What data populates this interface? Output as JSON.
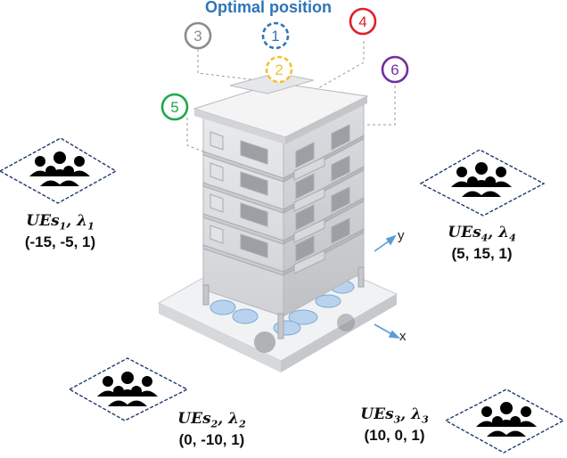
{
  "title": "Optimal position",
  "positions": [
    {
      "label": "1",
      "color": "#2e75b6",
      "dashed": true
    },
    {
      "label": "2",
      "color": "#f2c12e",
      "dashed": true
    },
    {
      "label": "3",
      "color": "#8c8c8c",
      "dashed": false
    },
    {
      "label": "4",
      "color": "#e0202a",
      "dashed": false
    },
    {
      "label": "5",
      "color": "#1fa84a",
      "dashed": false
    },
    {
      "label": "6",
      "color": "#7030a0",
      "dashed": false
    }
  ],
  "ue_groups": [
    {
      "name": "UEs",
      "sub": "1",
      "lambda": "λ",
      "lambda_sub": "1",
      "coords": "(-15, -5, 1)"
    },
    {
      "name": "UEs",
      "sub": "4",
      "lambda": "λ",
      "lambda_sub": "4",
      "coords": "(5, 15, 1)"
    },
    {
      "name": "UEs",
      "sub": "2",
      "lambda": "λ",
      "lambda_sub": "2",
      "coords": "(0, -10, 1)"
    },
    {
      "name": "UEs",
      "sub": "3",
      "lambda": "λ",
      "lambda_sub": "3",
      "coords": "(10, 0, 1)"
    }
  ],
  "axes": {
    "x": "x",
    "y": "y"
  },
  "colors": {
    "title": "#2e75b6",
    "diamond_border": "#1f3a6e",
    "axis_arrow": "#5b9bd5",
    "building": "#d9dadc"
  }
}
